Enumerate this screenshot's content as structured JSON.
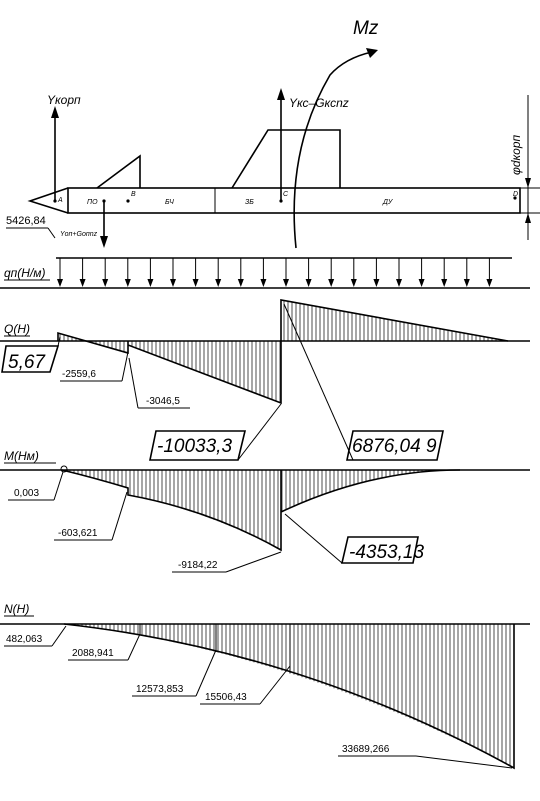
{
  "header": {
    "moment_label": "Mz",
    "thrust_label": "Yкорп",
    "force_label": "Yкс–Gксnz",
    "force_label2": "Yоп+Gопnz",
    "diameter_label": "φdкорп",
    "end_value": "5426,84"
  },
  "body_marks": {
    "a": "A",
    "b": "B",
    "c": "C",
    "d": "D",
    "s1": "ПО",
    "s2": "БЧ",
    "s3": "ЗБ",
    "s4": "ДУ"
  },
  "load": {
    "label": "qп(Н/м)"
  },
  "shear": {
    "label": "Q(H)",
    "values": [
      "5,67",
      "-2559,6",
      "-3046,5",
      "-10033,3",
      "6876,04 9"
    ]
  },
  "moment": {
    "label": "M(Нм)",
    "values": [
      "0,003",
      "-603,621",
      "-9184,22",
      "-4353,13"
    ]
  },
  "normal": {
    "label": "N(H)",
    "values": [
      "482,063",
      "2088,941",
      "12573,853",
      "15506,43",
      "33689,266"
    ]
  }
}
